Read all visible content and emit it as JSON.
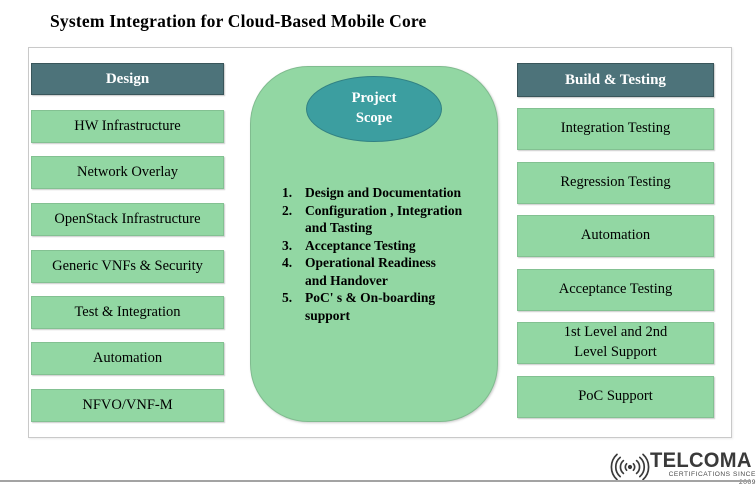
{
  "title": "System Integration for Cloud-Based Mobile Core",
  "colors": {
    "header_bg": "#4d737a",
    "box_green": "#92d7a3",
    "ellipse_teal": "#3c9ea0",
    "frame_border": "#c9c9c9",
    "logo_gray": "#3a3a3a"
  },
  "left_column": {
    "header": "Design",
    "items": [
      "HW Infrastructure",
      "Network Overlay",
      "OpenStack Infrastructure",
      "Generic VNFs & Security",
      "Test & Integration",
      "Automation",
      "NFVO/VNF-M"
    ]
  },
  "center": {
    "ellipse_label": "Project\nScope",
    "scope_items": [
      {
        "num": "1.",
        "text": "Design and Documentation"
      },
      {
        "num": "2.",
        "text": "Configuration , Integration\nand Tasting"
      },
      {
        "num": "3.",
        "text": "Acceptance Testing"
      },
      {
        "num": "4.",
        "text": "Operational Readiness\nand Handover"
      },
      {
        "num": "5.",
        "text": "PoC' s & On-boarding\nsupport"
      }
    ]
  },
  "right_column": {
    "header": "Build & Testing",
    "items": [
      "Integration Testing",
      "Regression Testing",
      "Automation",
      "Acceptance Testing",
      "1st Level and 2nd\nLevel Support",
      "PoC Support"
    ]
  },
  "logo": {
    "name": "TELCOMA",
    "tagline": "CERTIFICATIONS SINCE 2009",
    "icon": "radio-waves-icon"
  }
}
